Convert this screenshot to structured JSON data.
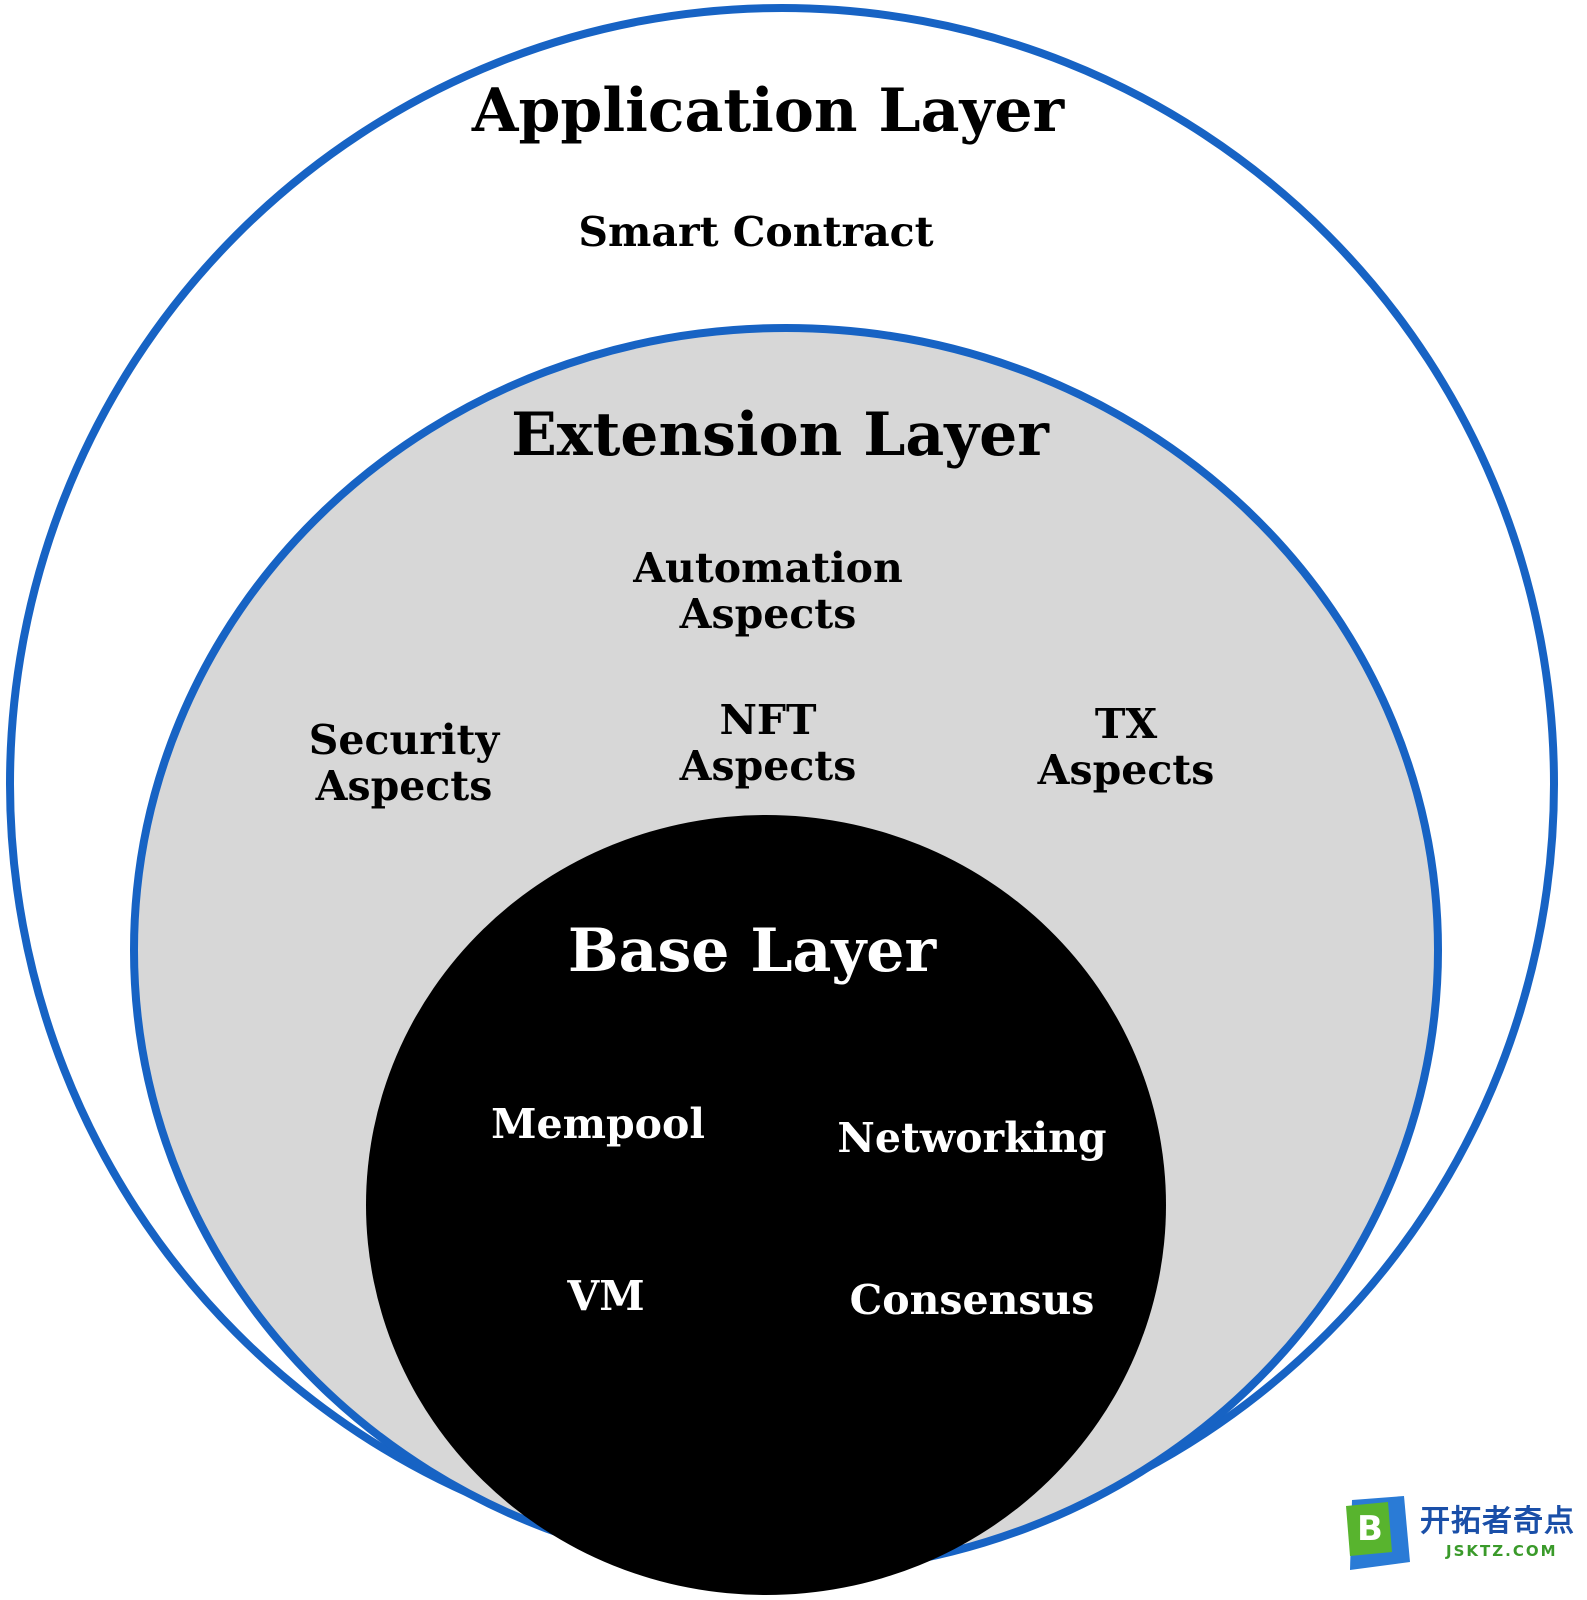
{
  "colors": {
    "ring_stroke": "#1763c4",
    "extension_fill": "#d7d7d7",
    "base_fill": "#000000",
    "outer_fill": "#ffffff"
  },
  "application_layer": {
    "title": "Application Layer",
    "items": [
      "Smart Contract"
    ]
  },
  "extension_layer": {
    "title": "Extension Layer",
    "items": [
      "Automation\nAspects",
      "Security\nAspects",
      "NFT\nAspects",
      "TX\nAspects"
    ]
  },
  "base_layer": {
    "title": "Base Layer",
    "items": [
      "Mempool",
      "Networking",
      "VM",
      "Consensus"
    ]
  },
  "watermark": {
    "name": "开拓者奇点",
    "url": "JSKTZ.COM",
    "badge_letter": "B"
  }
}
